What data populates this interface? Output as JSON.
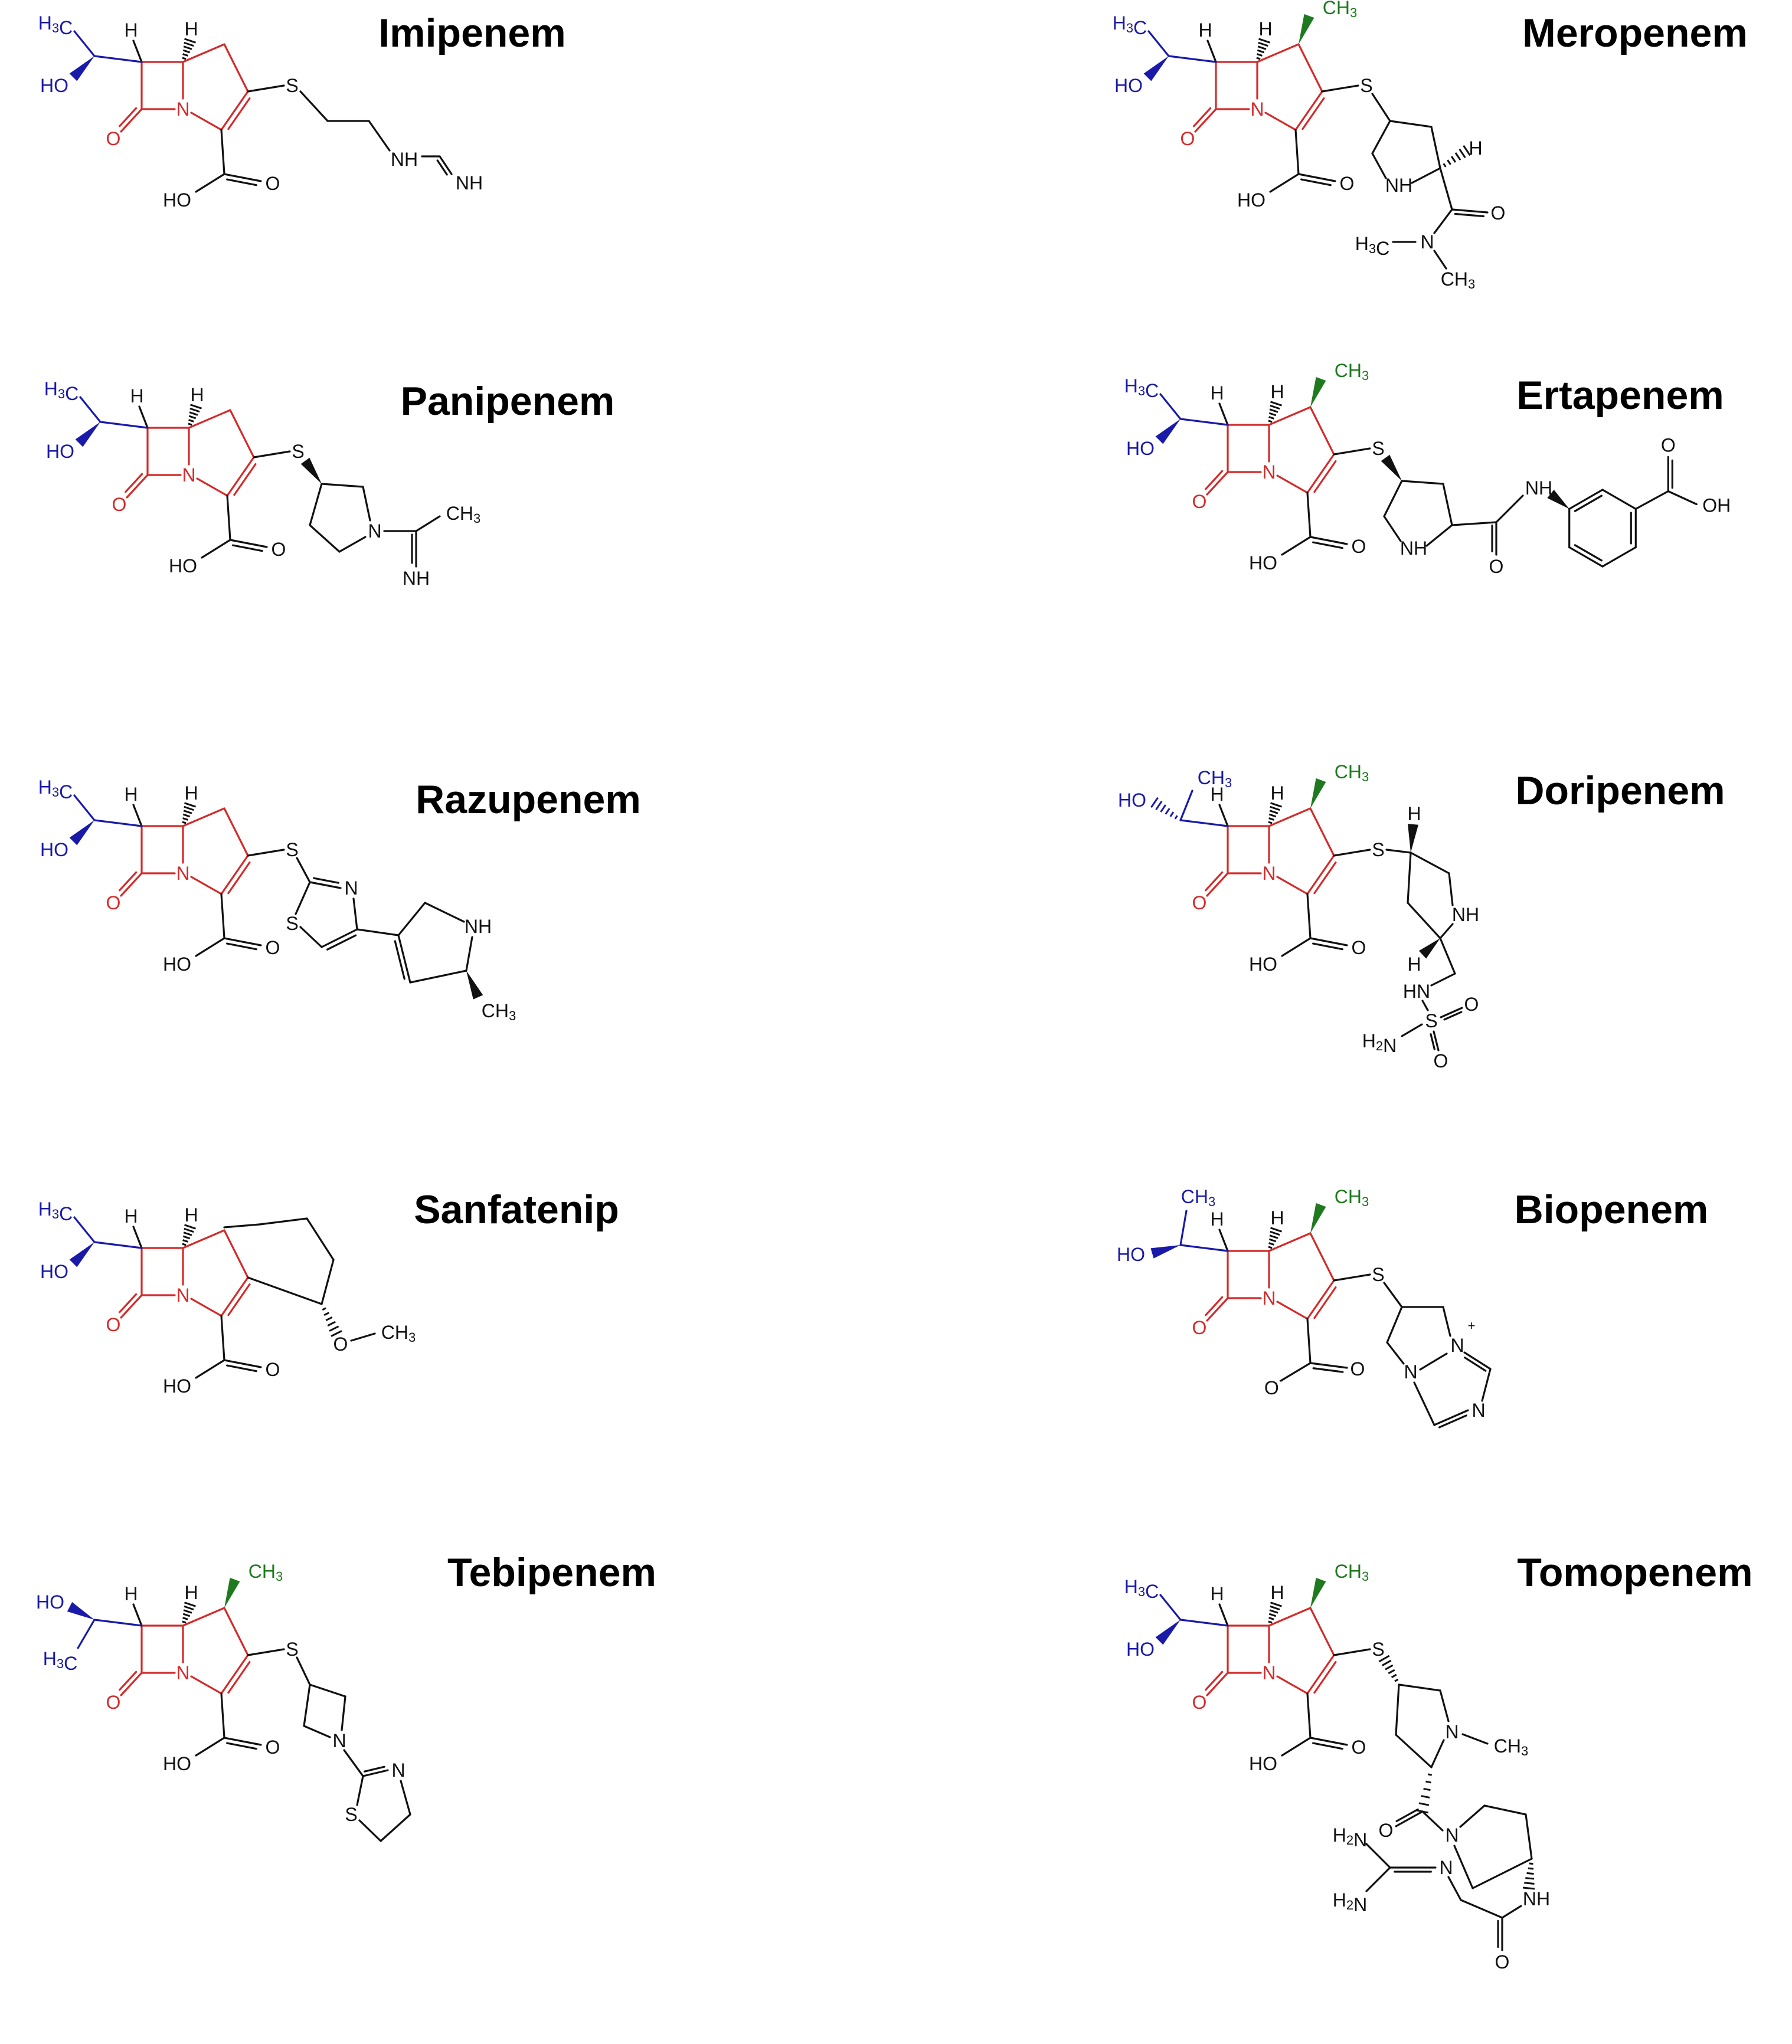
{
  "colors": {
    "core": "#d42a2a",
    "side_hydroxyethyl": "#1a1aa8",
    "methyl": "#1f7a1f",
    "scaffold": "#111111",
    "background": "#ffffff"
  },
  "molecules": [
    {
      "key": "imipenem",
      "name": "Imipenem",
      "methyl": false,
      "c6_label_variant": "h3c_ho",
      "tail_labels": [
        "S",
        "NH",
        "NH"
      ],
      "tail_type": "formimidoyl"
    },
    {
      "key": "meropenem",
      "name": "Meropenem",
      "methyl": true,
      "c6_label_variant": "h3c_ho",
      "tail_labels": [
        "S",
        "NH",
        "H",
        "O",
        "N",
        "H3C",
        "CH3"
      ],
      "tail_type": "pyrrolidine_dimethylamide"
    },
    {
      "key": "panipenem",
      "name": "Panipenem",
      "methyl": false,
      "c6_label_variant": "h3c_ho",
      "tail_labels": [
        "S",
        "N",
        "CH3",
        "NH"
      ],
      "tail_type": "acetimidoyl_pyrrolidine"
    },
    {
      "key": "ertapenem",
      "name": "Ertapenem",
      "methyl": true,
      "c6_label_variant": "h3c_ho",
      "tail_labels": [
        "S",
        "NH",
        "O",
        "NH",
        "O",
        "OH"
      ],
      "tail_type": "benzoic_amide"
    },
    {
      "key": "razupenem",
      "name": "Razupenem",
      "methyl": false,
      "c6_label_variant": "h3c_ho",
      "tail_labels": [
        "S",
        "N",
        "S",
        "NH",
        "CH3"
      ],
      "tail_type": "thiazole_pyrroline"
    },
    {
      "key": "doripenem",
      "name": "Doripenem",
      "methyl": true,
      "c6_label_variant": "ho_ch3",
      "tail_labels": [
        "S",
        "H",
        "NH",
        "H",
        "HN",
        "S",
        "O",
        "O",
        "H2N"
      ],
      "tail_type": "sulfamide"
    },
    {
      "key": "sanfatenip",
      "name": "Sanfatenip",
      "methyl": false,
      "c6_label_variant": "h3c_ho",
      "tail_labels": [
        "O",
        "CH3"
      ],
      "tail_type": "tricyclic"
    },
    {
      "key": "biopenem",
      "name": "Biopenem",
      "methyl": true,
      "c6_label_variant": "ch3_ho",
      "tail_labels": [
        "S",
        "N",
        "N",
        "N",
        "+",
        "-"
      ],
      "tail_type": "triazolium"
    },
    {
      "key": "tebipenem",
      "name": "Tebipenem",
      "methyl": true,
      "c6_label_variant": "ho_h3c",
      "tail_labels": [
        "S",
        "N",
        "S",
        "N"
      ],
      "tail_type": "azetidine_thiazoline"
    },
    {
      "key": "tomopenem",
      "name": "Tomopenem",
      "methyl": true,
      "c6_label_variant": "h3c_ho",
      "tail_labels": [
        "S",
        "N",
        "CH3",
        "O",
        "N",
        "NH",
        "O",
        "N",
        "H2N",
        "H2N"
      ],
      "tail_type": "guanidino"
    }
  ],
  "core_labels": {
    "n": "N",
    "o": "O",
    "h": "H",
    "acid_oh": "HO",
    "acid_o": "O",
    "carboxylate_o": "O"
  }
}
